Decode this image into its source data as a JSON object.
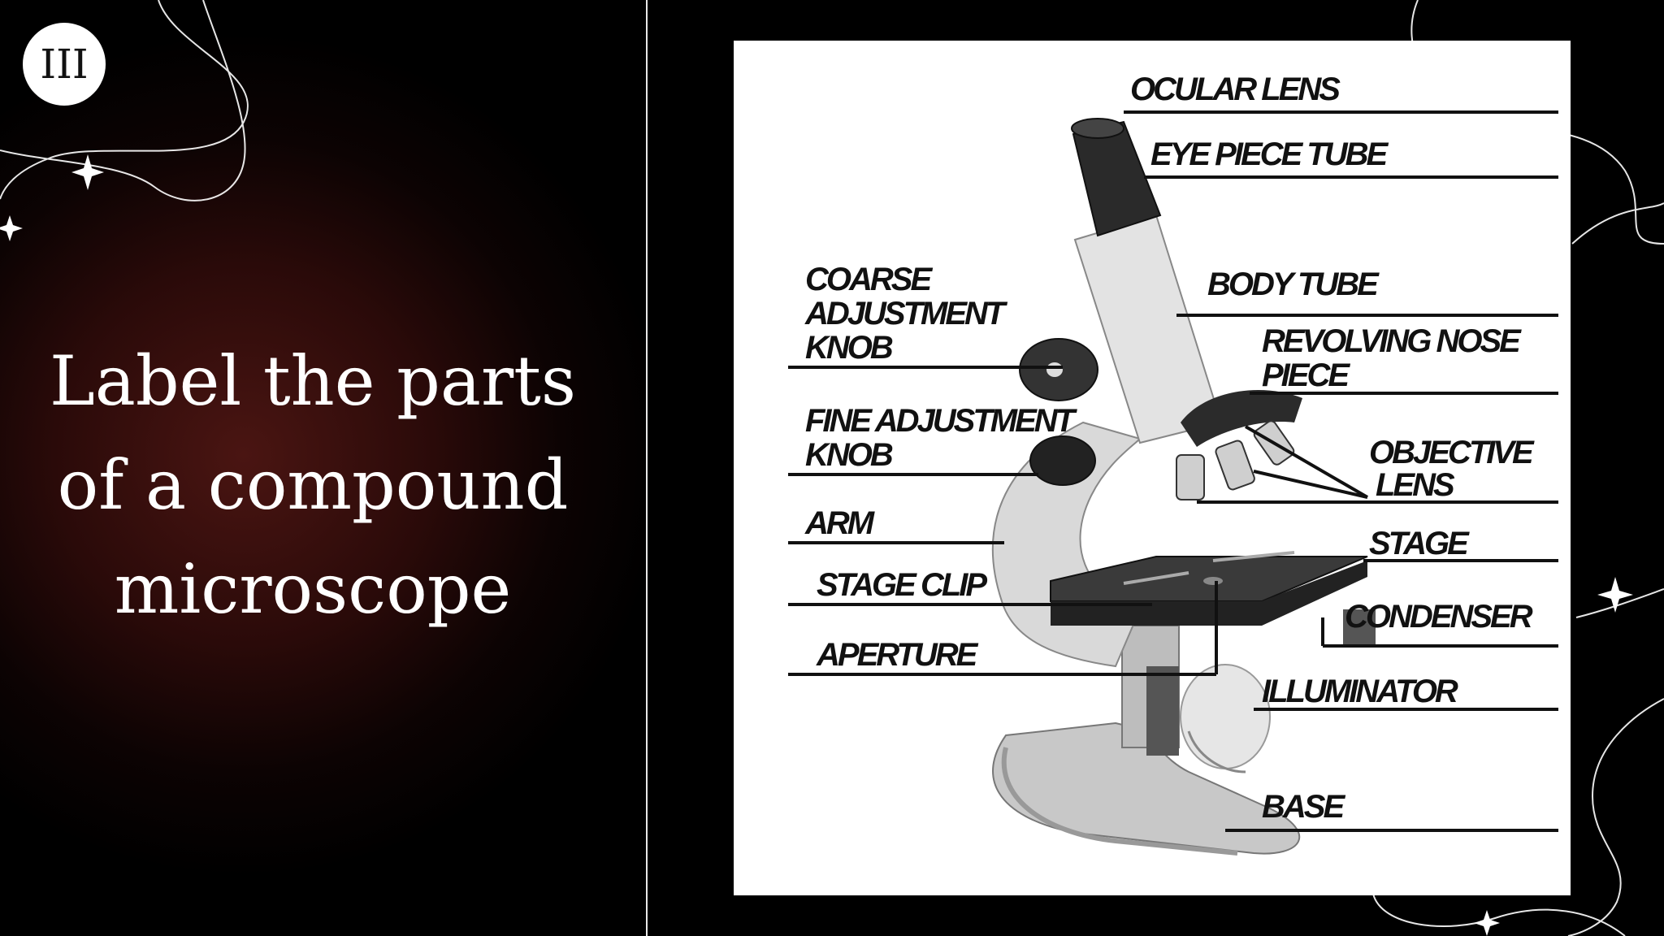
{
  "slide": {
    "number": "III",
    "title_lines": [
      "Label the parts",
      "of a compound",
      "microscope"
    ]
  },
  "colors": {
    "background_dark": "#000000",
    "background_glow": "#4a1512",
    "text": "#ffffff",
    "card": "#ffffff",
    "label_text": "#111111"
  },
  "diagram": {
    "labels": {
      "ocular_lens": "OCULAR LENS",
      "eye_piece_tube": "EYE PIECE TUBE",
      "body_tube": "BODY TUBE",
      "revolving_nose_piece": [
        "REVOLVING NOSE",
        "PIECE"
      ],
      "objective_lens": [
        "OBJECTIVE",
        "LENS"
      ],
      "stage": "STAGE",
      "condenser": "CONDENSER",
      "illuminator": "ILLUMINATOR",
      "base": "BASE",
      "coarse_adjustment_knob": [
        "COARSE",
        "ADJUSTMENT",
        "KNOB"
      ],
      "fine_adjustment_knob": [
        "FINE ADJUSTMENT",
        "KNOB"
      ],
      "arm": "ARM",
      "stage_clip": "STAGE CLIP",
      "aperture": "APERTURE"
    }
  }
}
